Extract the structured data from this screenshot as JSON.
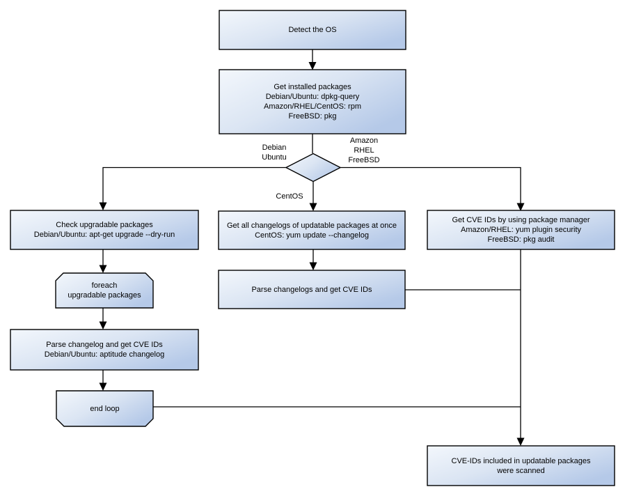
{
  "diagram": {
    "type": "flowchart",
    "background": "#ffffff",
    "colors": {
      "node_fill_light": "#f3f7fc",
      "node_fill_mid": "#dbe5f3",
      "node_fill_dark": "#b5c9e8",
      "node_border": "#000000",
      "connector": "#000000",
      "text": "#000000"
    },
    "nodes": {
      "detect_os": {
        "shape": "rect",
        "lines": [
          "Detect the OS"
        ]
      },
      "get_installed_packages": {
        "shape": "rect",
        "lines": [
          "Get installed packages",
          "Debian/Ubuntu: dpkg-query",
          "Amazon/RHEL/CentOS: rpm",
          "FreeBSD: pkg"
        ]
      },
      "os_decision": {
        "shape": "diamond",
        "lines": []
      },
      "check_upgradable": {
        "shape": "rect",
        "lines": [
          "Check upgradable packages",
          "Debian/Ubuntu: apt-get upgrade --dry-run"
        ]
      },
      "foreach_loop": {
        "shape": "loop-start",
        "lines": [
          "foreach",
          "upgradable  packages"
        ]
      },
      "parse_changelog_deb": {
        "shape": "rect",
        "lines": [
          "Parse changelog and get  CVE IDs",
          "Debian/Ubuntu: aptitude changelog"
        ]
      },
      "end_loop": {
        "shape": "loop-end",
        "lines": [
          "end loop"
        ]
      },
      "get_all_changelogs": {
        "shape": "rect",
        "lines": [
          "Get all changelogs of updatable packages at once",
          "CentOS: yum update --changelog"
        ]
      },
      "parse_changelogs_centos": {
        "shape": "rect",
        "lines": [
          "Parse changelogs and get CVE IDs"
        ]
      },
      "get_cve_pkg_manager": {
        "shape": "rect",
        "lines": [
          "Get CVE IDs by using package manager",
          "Amazon/RHEL: yum plugin security",
          "FreeBSD: pkg audit"
        ]
      },
      "scanned": {
        "shape": "rect",
        "lines": [
          "CVE-IDs included in updatable packages",
          "were scanned"
        ]
      }
    },
    "edge_labels": {
      "debian_ubuntu": {
        "lines": [
          "Debian",
          "Ubuntu"
        ]
      },
      "amazon_rhel_freebsd": {
        "lines": [
          "Amazon",
          "RHEL",
          "FreeBSD"
        ]
      },
      "centos": {
        "lines": [
          "CentOS"
        ]
      }
    },
    "edges": [
      {
        "from": "detect_os",
        "to": "get_installed_packages"
      },
      {
        "from": "get_installed_packages",
        "to": "os_decision"
      },
      {
        "from": "os_decision",
        "to": "check_upgradable",
        "label": "Debian Ubuntu"
      },
      {
        "from": "os_decision",
        "to": "get_all_changelogs",
        "label": "CentOS"
      },
      {
        "from": "os_decision",
        "to": "get_cve_pkg_manager",
        "label": "Amazon RHEL FreeBSD"
      },
      {
        "from": "check_upgradable",
        "to": "foreach_loop"
      },
      {
        "from": "foreach_loop",
        "to": "parse_changelog_deb"
      },
      {
        "from": "parse_changelog_deb",
        "to": "end_loop"
      },
      {
        "from": "get_all_changelogs",
        "to": "parse_changelogs_centos"
      },
      {
        "from": "parse_changelogs_centos",
        "to": "scanned"
      },
      {
        "from": "end_loop",
        "to": "scanned"
      },
      {
        "from": "get_cve_pkg_manager",
        "to": "scanned"
      }
    ]
  }
}
